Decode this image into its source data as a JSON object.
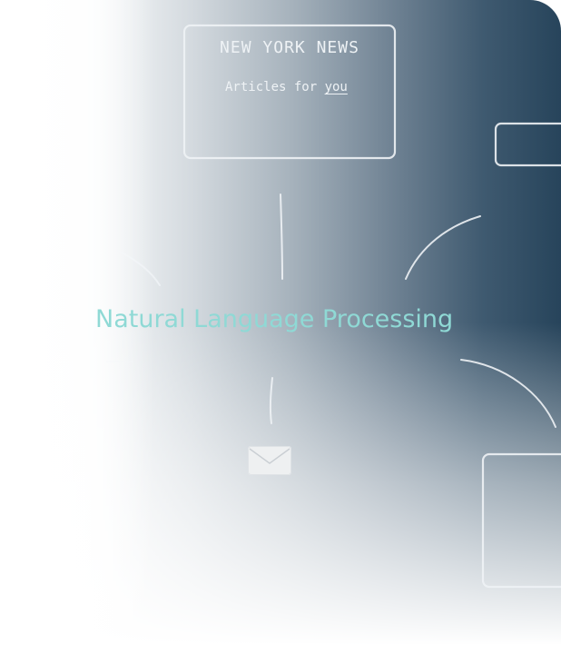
{
  "news_box": {
    "title": "NEW YORK NEWS",
    "subtitle_prefix": "Articles for ",
    "subtitle_emphasis": "you"
  },
  "headline": {
    "text": "Natural Language Processing"
  },
  "colors": {
    "headline": "#8fd9d5",
    "gradient_dark": "#27445b",
    "sketch_lines": "#eef2f5"
  },
  "icons": {
    "envelope": "envelope-icon"
  }
}
